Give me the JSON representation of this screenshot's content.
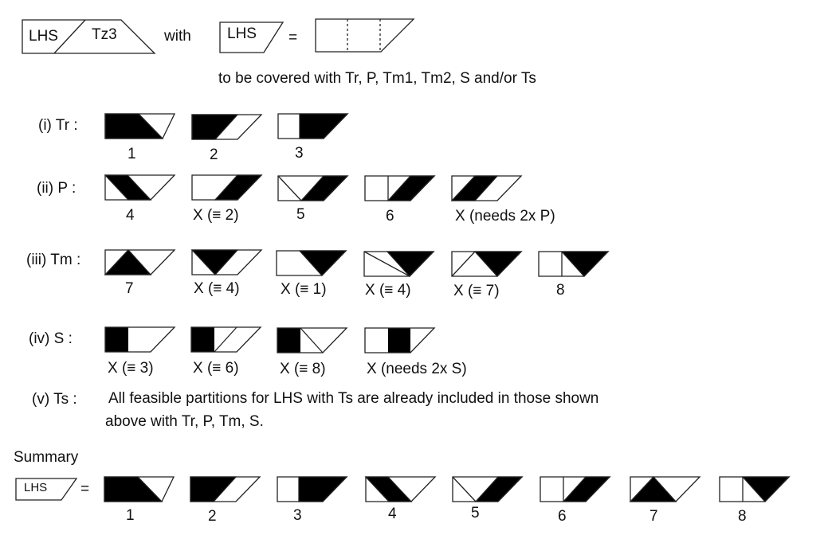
{
  "header": {
    "lhs_label": "LHS",
    "tz_label": "Tz3",
    "with_word": "with",
    "lhs_label_2": "LHS",
    "equals": "=",
    "cover_text": "to be covered with Tr, P, Tm1, Tm2, S and/or Ts"
  },
  "sections": {
    "tr": "(i)  Tr :",
    "p": "(ii)   P :",
    "tm": "(iii) Tm :",
    "s": "(iv)    S :",
    "ts": "(v)  Ts :"
  },
  "ts_note": {
    "line1": "All feasible partitions for LHS with Ts are already included in those shown",
    "line2": "above with Tr, P, Tm, S."
  },
  "labels": {
    "tr": [
      "1",
      "2",
      "3"
    ],
    "p": [
      "4",
      "X (≡ 2)",
      "5",
      "6",
      "X (needs 2x P)"
    ],
    "tm": [
      "7",
      "X (≡ 4)",
      "X (≡ 1)",
      "X (≡ 4)",
      "X (≡ 7)",
      "8"
    ],
    "s": [
      "X (≡ 3)",
      "X (≡ 6)",
      "X (≡ 8)",
      "X (needs 2x S)"
    ]
  },
  "summary": {
    "title": "Summary",
    "lhs_label": "LHS",
    "equals": "=",
    "labels": [
      "1",
      "2",
      "3",
      "4",
      "5",
      "6",
      "7",
      "8"
    ]
  },
  "colors": {
    "fill": "#000000",
    "stroke": "#222222",
    "background": "#ffffff"
  }
}
